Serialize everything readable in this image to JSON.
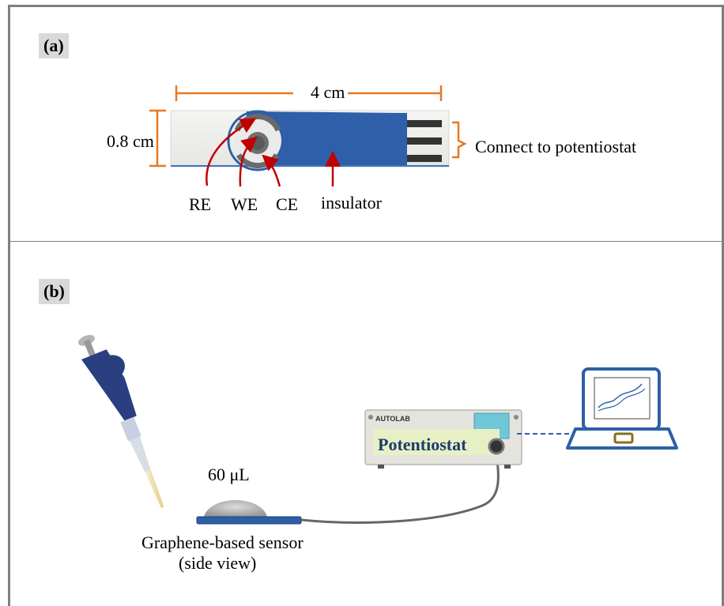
{
  "panel_a": {
    "tag": "(a)",
    "length_label": "4 cm",
    "width_label": "0.8 cm",
    "connect_label": "Connect to potentiostat",
    "electrodes": {
      "re": "RE",
      "we": "WE",
      "ce": "CE",
      "insulator": "insulator"
    }
  },
  "panel_b": {
    "tag": "(b)",
    "volume_label": "60 μL",
    "device_brand": "AUTOLAB",
    "device_label": "Potentiostat",
    "sensor_caption_line1": "Graphene-based sensor",
    "sensor_caption_line2": "(side view)"
  },
  "colors": {
    "dimension_orange": "#e87722",
    "arrow_red": "#c00000",
    "insulator_blue": "#2e5fa8",
    "laptop_blue": "#2e5fa8",
    "panel_border": "#7f7f7f",
    "potentiostat_body": "#e5e3dd",
    "potentiostat_label_bg": "#e6f0c4",
    "pipette_blue": "#2a3f7f"
  }
}
